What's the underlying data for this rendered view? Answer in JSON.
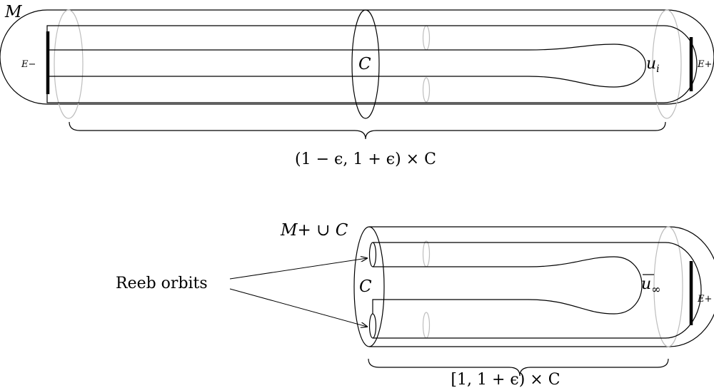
{
  "top": {
    "manifold_label": "M",
    "cross_section_label": "C",
    "end_left_label": "E−",
    "end_right_label": "E+",
    "curve_label": "u",
    "curve_subscript": "i",
    "brace_label": "(1 − ϵ, 1 + ϵ) × C"
  },
  "bottom": {
    "manifold_label": "M+ ∪ C",
    "cross_section_label": "C",
    "end_right_label": "E+",
    "curve_label": "u",
    "curve_subscript": "∞",
    "orbits_label": "Reeb orbits",
    "brace_label": "[1, 1 + ϵ) × C"
  }
}
